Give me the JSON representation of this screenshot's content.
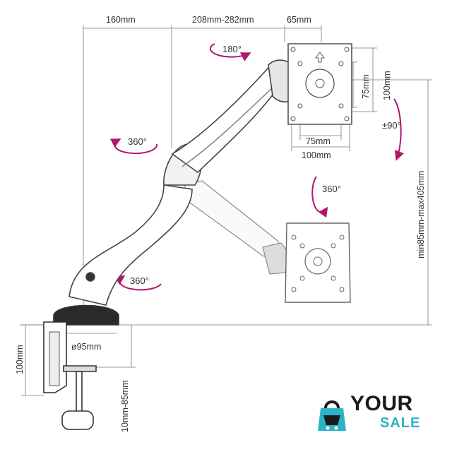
{
  "dimensions": {
    "top_left": "160mm",
    "top_mid": "208mm-282mm",
    "top_right": "65mm",
    "vesa_v_small": "75mm",
    "vesa_v_large": "100mm",
    "vesa_h_small": "75mm",
    "vesa_h_large": "100mm",
    "height_range": "min85mm-max405mm",
    "clamp_height": "100mm",
    "desk_range": "10mm-85mm",
    "base_diameter": "ø95mm"
  },
  "rotations": {
    "top": "180°",
    "tilt": "±90°",
    "upper_joint": "360°",
    "lower_joint": "360°",
    "base": "360°"
  },
  "brand": {
    "top": "YOUR",
    "bottom": "SALE"
  },
  "colors": {
    "accent": "#b0176e",
    "line": "#555555",
    "arm": "#444444",
    "brand_dark": "#1b1b1b",
    "brand_teal": "#2bb3c7"
  }
}
